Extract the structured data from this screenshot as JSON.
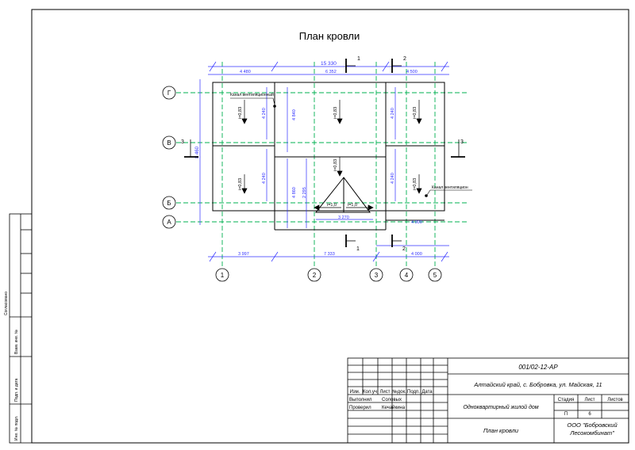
{
  "drawing": {
    "title": "План кровли",
    "overall_dim": "15 330",
    "top_dims": [
      "4 480",
      "6 352",
      "4 500"
    ],
    "bottom_dims": [
      "3 997",
      "7 333",
      "4 000"
    ],
    "bottom_dim2": "4 000",
    "inner_dims": {
      "d3270": "3 270",
      "v4240a": "4 240",
      "v4240b": "4 240",
      "v4240c": "4 240",
      "v4240d": "4 240",
      "v4840": "4 840",
      "v4860": "4 860",
      "v2295": "2 295",
      "v8460": "8 460"
    },
    "row_axes": [
      "Г",
      "В",
      "Б",
      "А"
    ],
    "col_axes": [
      "1",
      "2",
      "3",
      "4",
      "5"
    ],
    "section_marks": [
      "1",
      "2",
      "3"
    ],
    "slope_label": "i=0,83",
    "slope_left": "i=1,0",
    "slope_right": "i=1,0",
    "vent_label_1": "Канал вентиляционный",
    "vent_label_2": "Канал вентиляцион"
  },
  "sidebar": {
    "agreed": "Согласовано",
    "inv_replace": "Взам. инв. №",
    "sign_date": "Подп. и дата",
    "inv_orig": "Инв. № подл."
  },
  "title_block": {
    "code": "001/02-12-АР",
    "address": "Алтайский край, с. Бобровка, ул. Майская, 11",
    "object": "Одноквартирный жилой дом",
    "sheet_name": "План кровли",
    "org": "ООО \"Бобровский Лесокомбинат\"",
    "headers": [
      "Изм.",
      "Кол.уч",
      "Лист",
      "№док.",
      "Подп.",
      "Дата"
    ],
    "role1": "Выполнил",
    "name1": "Соловых",
    "role2": "Проверил",
    "name2": "Кечайкина",
    "stage_label": "Стадия",
    "sheet_label": "Лист",
    "sheets_label": "Листов",
    "stage": "П",
    "sheet_no": "6",
    "sheets_total": ""
  }
}
